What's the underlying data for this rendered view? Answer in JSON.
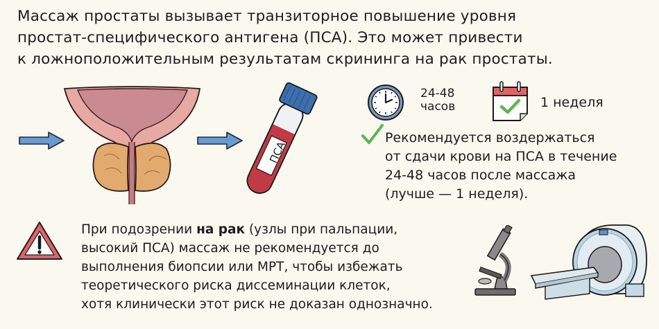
{
  "intro": {
    "lines": [
      "Массаж простаты вызывает транзиторное повышение уровня",
      "простат-специфического антигена (ПСА). Это может привести",
      "к ложноположительным результатам скрининга на рак простаты."
    ]
  },
  "illustration": {
    "arrow_left": "arrow-right-icon",
    "prostate": "prostate-illustration",
    "arrow_middle": "arrow-right-icon",
    "tube_label": "ПСА"
  },
  "timing": {
    "clock_value": "24-48",
    "clock_unit": "часов",
    "calendar_value": "1 неделя"
  },
  "recommendation": {
    "lines": [
      "Рекомендуется воздержаться",
      "от сдачи крови на ПСА в течение",
      "24-48 часов после массажа",
      "(лучше — 1 неделя)."
    ]
  },
  "warning": {
    "line1_pre": "При подозрении ",
    "line1_bold": "на рак",
    "line1_post": " (узлы при пальпации,",
    "lines": [
      "высокий ПСА) массаж не рекомендуется до",
      "выполнения биопсии или МРТ, чтобы избежать",
      "теоретического риска диссеминации клеток,",
      "хотя клинически этот риск не доказан однозначно."
    ]
  },
  "colors": {
    "background": "#fbf8ef",
    "arrow_blue": "#6a9bd0",
    "check_green": "#5db552",
    "warning_red": "#d9656a",
    "calendar_red": "#e06466",
    "blood_red": "#c23a45",
    "cap_blue": "#3c6fae"
  }
}
